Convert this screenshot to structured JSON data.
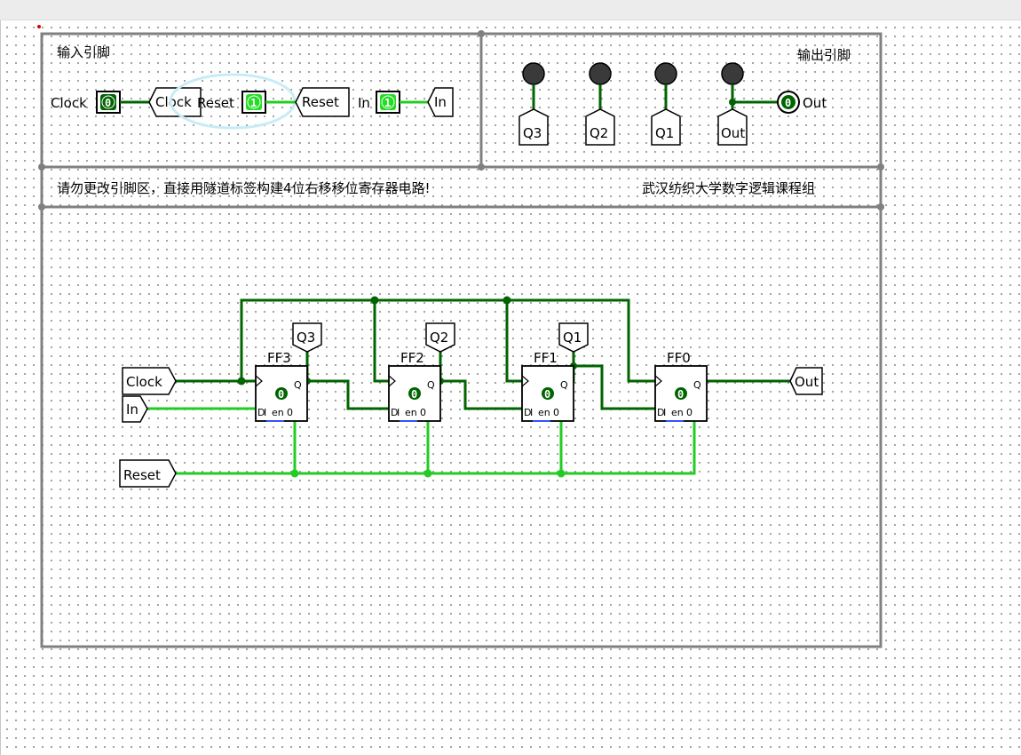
{
  "input_section": {
    "title": "输入引脚",
    "pins": [
      {
        "label": "Clock",
        "value": "0",
        "tunnel": "Clock"
      },
      {
        "label": "Reset",
        "value": "1",
        "tunnel": "Reset"
      },
      {
        "label": "In",
        "value": "1",
        "tunnel": "In"
      }
    ]
  },
  "output_section": {
    "title": "输出引脚",
    "probes": [
      "Q3",
      "Q2",
      "Q1",
      "Out"
    ],
    "out_pin": {
      "value": "0",
      "label": "Out"
    }
  },
  "notice": {
    "text": "请勿更改引脚区，直接用隧道标签构建4位右移移位寄存器电路!",
    "credit": "武汉纺织大学数字逻辑课程组"
  },
  "circuit": {
    "inputs": {
      "clock": "Clock",
      "in": "In",
      "reset": "Reset"
    },
    "output": "Out",
    "flipflops": [
      {
        "name": "FF3",
        "state": "0",
        "tap": "Q3"
      },
      {
        "name": "FF2",
        "state": "0",
        "tap": "Q2"
      },
      {
        "name": "FF1",
        "state": "0",
        "tap": "Q1"
      },
      {
        "name": "FF0",
        "state": "0",
        "tap": ""
      }
    ],
    "ff_port_q": "Q",
    "ff_port_d": "D",
    "ff_port_en": "en",
    "ff_port_i": "I",
    "ff_port_0": "0"
  },
  "colors": {
    "wire_dark": "#006400",
    "wire_light": "#22cc22",
    "frame": "#808080",
    "pin_bg": "#006400",
    "pin_one": "#22dd22"
  }
}
